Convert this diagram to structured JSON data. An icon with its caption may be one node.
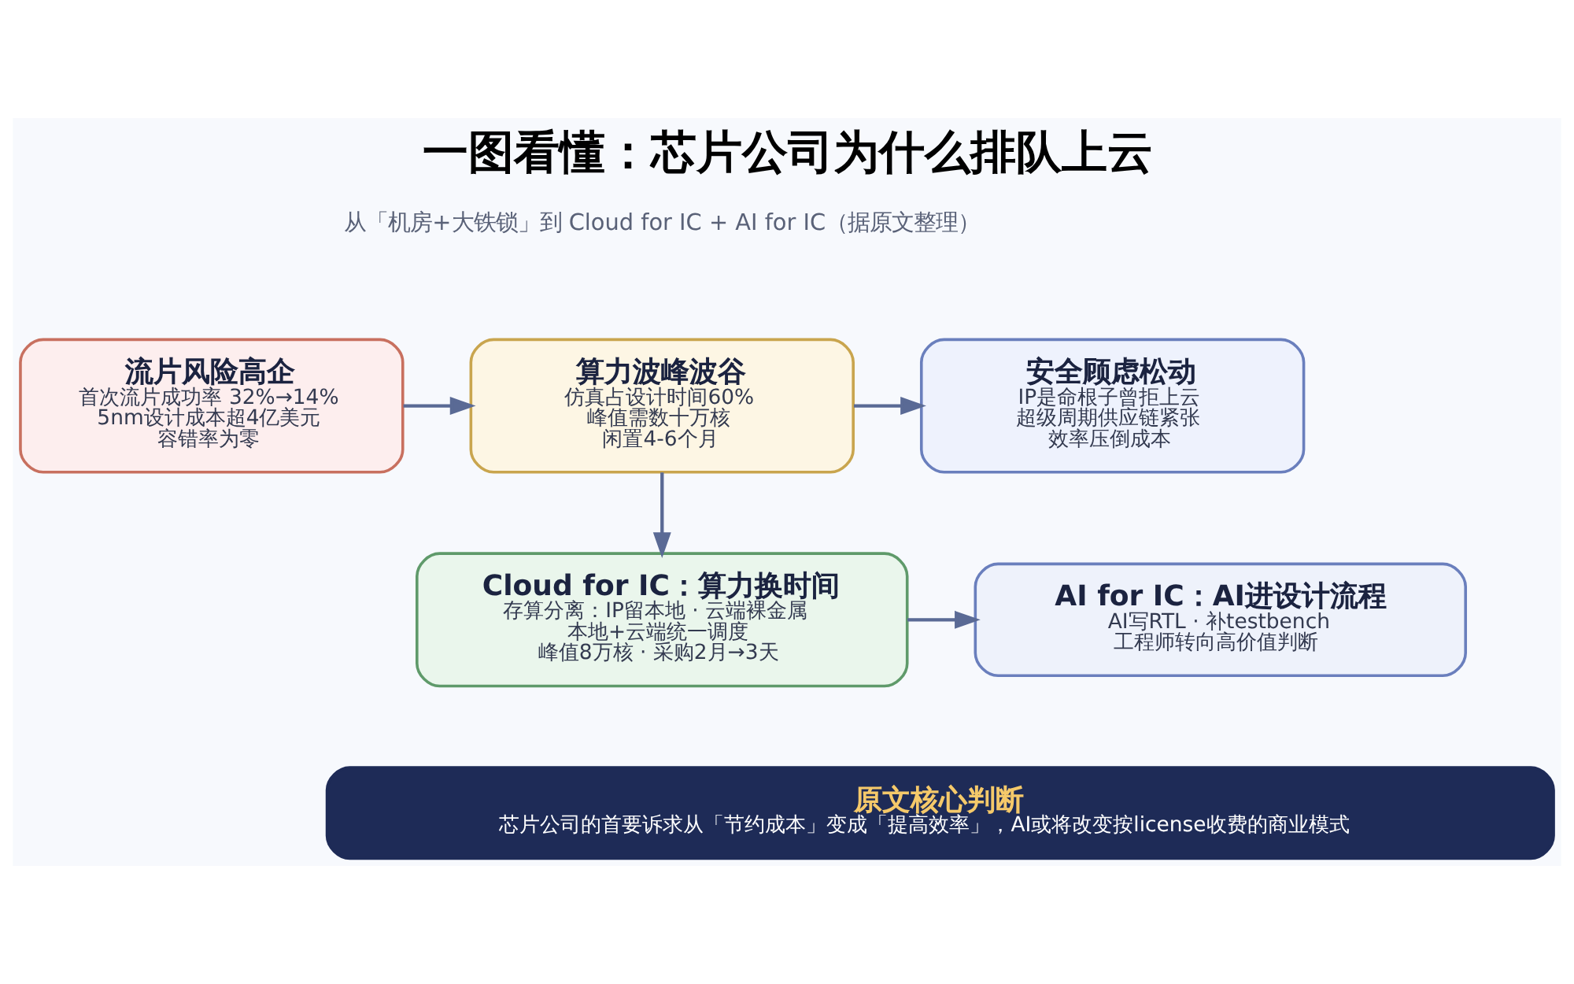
{
  "diagram": {
    "title": "一图看懂：芯片公司为什么排队上云",
    "nodes": [
      {
        "text": [
          "流片风险高企",
          "首次流片成功率 32%→14%",
          "5nm设计成本超4亿美元",
          "容错率为零"
        ]
      },
      {
        "text": [
          "算力波峰波谷",
          "仿真占设计时间60%",
          "峰值需数十万核",
          "闲置4-6个月"
        ]
      },
      {
        "text": [
          "安全顾虑松动",
          "IP是命根子曾拒上云",
          "超级周期供应链紧张",
          "效率压倒成本"
        ]
      },
      {
        "text": [
          "Cloud for IC：算力换时间",
          "存算分离：IP留本地 · 云端裸金属",
          "本地+云端统一调度",
          "峰值8万核 · 采购2月→3天"
        ]
      },
      {
        "text": [
          "AI for IC：AI进设计流程",
          "AI写RTL · 补testbench",
          "工程师转向高价值判断"
        ]
      },
      {
        "text": [
          "原文核心判断",
          "芯片公司的首要诉求从「节约成本」变成「提高效率」，AI或将改变按license收费的商业模式"
        ]
      }
    ],
    "edges": [
      {
        "from": 0,
        "to": 1,
        "arrow": "to"
      },
      {
        "from": 1,
        "to": 2,
        "arrow": "to"
      },
      {
        "from": 1,
        "to": 3,
        "arrow": "to"
      },
      {
        "from": 3,
        "to": 4,
        "arrow": "to"
      }
    ],
    "labels": [
      "从「机房+大铁锁」到 Cloud for IC + AI for IC（据原文整理）"
    ]
  }
}
